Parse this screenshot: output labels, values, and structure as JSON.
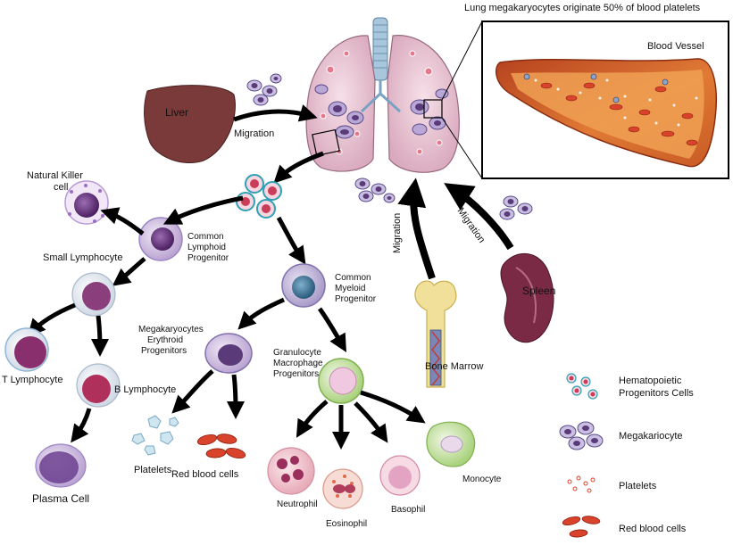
{
  "header": {
    "top_note": "Lung megakaryocytes originate 50% of blood platelets"
  },
  "organs": {
    "liver": "Liver",
    "spleen": "Spleen",
    "bone_marrow": "Bone Marrow",
    "blood_vessel": "Blood Vessel"
  },
  "arrows": {
    "migration_liver": "Migration",
    "migration_marrow": "Migration",
    "migration_spleen": "Migration"
  },
  "cells": {
    "natural_killer_1": "Natural  Killer",
    "natural_killer_2": "cell",
    "common_lymphoid_1": "Common",
    "common_lymphoid_2": "Lymphoid",
    "common_lymphoid_3": "Progenitor",
    "small_lymphocyte": "Small Lymphocyte",
    "t_lymphocyte": "T Lymphocyte",
    "b_lymphocyte": "B Lymphocyte",
    "plasma_cell": "Plasma Cell",
    "common_myeloid_1": "Common",
    "common_myeloid_2": "Myeloid",
    "common_myeloid_3": "Progenitor",
    "mk_erythroid_1": "Megakaryocytes",
    "mk_erythroid_2": "Erythroid",
    "mk_erythroid_3": "Progenitors",
    "gran_macro_1": "Granulocyte",
    "gran_macro_2": "Macrophage",
    "gran_macro_3": "Progenitors",
    "platelets": "Platelets",
    "red_blood_cells": "Red blood cells",
    "neutrophil": "Neutrophil",
    "eosinophil": "Eosinophil",
    "basophil": "Basophil",
    "monocyte": "Monocyte"
  },
  "legend": {
    "hpc_1": "Hematopoietic",
    "hpc_2": "Progenitors Cells",
    "megakaryocyte": "Megakariocyte",
    "platelets": "Platelets",
    "rbc": "Red blood cells"
  },
  "colors": {
    "arrow": "#000000",
    "lung": "#f1d3dd",
    "liver": "#7a3a3a",
    "spleen": "#7a2a45",
    "vessel_wall": "#c8552a",
    "vessel_lumen": "#e8893a",
    "rbc": "#d9422b",
    "lymphoid": "#cbb6e0",
    "myeloid_nucleus": "#3b6c8c",
    "platelet": "#cfe6f0"
  }
}
